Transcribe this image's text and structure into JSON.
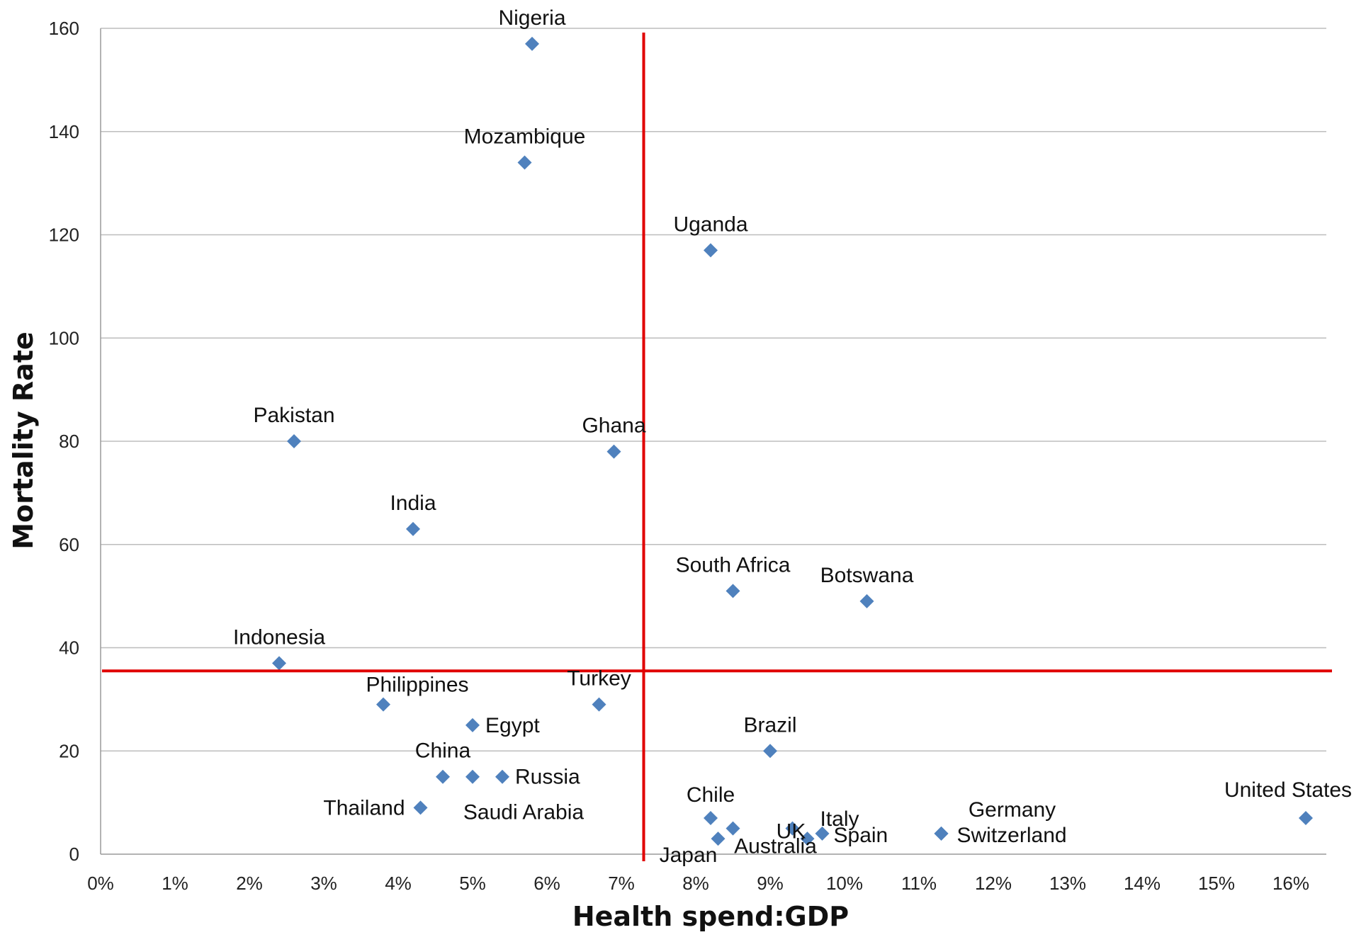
{
  "chart_data": {
    "type": "scatter",
    "title": "",
    "xlabel": "Health spend:GDP",
    "ylabel": "Mortality Rate",
    "xlim": [
      0,
      0.165
    ],
    "ylim": [
      0,
      160
    ],
    "xticks": [
      0,
      0.01,
      0.02,
      0.03,
      0.04,
      0.05,
      0.06,
      0.07,
      0.08,
      0.09,
      0.1,
      0.11,
      0.12,
      0.13,
      0.14,
      0.15,
      0.16
    ],
    "xtick_labels": [
      "0%",
      "1%",
      "2%",
      "3%",
      "4%",
      "5%",
      "6%",
      "7%",
      "8%",
      "9%",
      "10%",
      "11%",
      "12%",
      "13%",
      "14%",
      "15%",
      "16%"
    ],
    "yticks": [
      0,
      20,
      40,
      60,
      80,
      100,
      120,
      140,
      160
    ],
    "ytick_labels": [
      "0",
      "20",
      "40",
      "60",
      "80",
      "100",
      "120",
      "140",
      "160"
    ],
    "grid": true,
    "marker_color": "#4f81bd",
    "reference_line_color": "#e00000",
    "reference_lines": {
      "x": 0.073,
      "y": 35.5
    },
    "points": [
      {
        "label": "Nigeria",
        "x": 0.058,
        "y": 157
      },
      {
        "label": "Mozambique",
        "x": 0.057,
        "y": 134
      },
      {
        "label": "Uganda",
        "x": 0.082,
        "y": 117
      },
      {
        "label": "Pakistan",
        "x": 0.026,
        "y": 80
      },
      {
        "label": "Ghana",
        "x": 0.069,
        "y": 78
      },
      {
        "label": "India",
        "x": 0.042,
        "y": 63
      },
      {
        "label": "South Africa",
        "x": 0.085,
        "y": 51
      },
      {
        "label": "Botswana",
        "x": 0.103,
        "y": 49
      },
      {
        "label": "Indonesia",
        "x": 0.024,
        "y": 37
      },
      {
        "label": "Philippines",
        "x": 0.038,
        "y": 29
      },
      {
        "label": "Turkey",
        "x": 0.067,
        "y": 29
      },
      {
        "label": "Egypt",
        "x": 0.05,
        "y": 25
      },
      {
        "label": "Brazil",
        "x": 0.09,
        "y": 20
      },
      {
        "label": "China",
        "x": 0.046,
        "y": 15
      },
      {
        "label": "Saudi Arabia",
        "x": 0.05,
        "y": 15
      },
      {
        "label": "Russia",
        "x": 0.054,
        "y": 15
      },
      {
        "label": "Thailand",
        "x": 0.043,
        "y": 9
      },
      {
        "label": "Chile",
        "x": 0.082,
        "y": 7
      },
      {
        "label": "United States",
        "x": 0.162,
        "y": 7
      },
      {
        "label": "Australia",
        "x": 0.085,
        "y": 5
      },
      {
        "label": "UK",
        "x": 0.093,
        "y": 5
      },
      {
        "label": "Germany",
        "x": 0.113,
        "y": 4
      },
      {
        "label": "Switzerland",
        "x": 0.113,
        "y": 4
      },
      {
        "label": "Italy",
        "x": 0.095,
        "y": 3
      },
      {
        "label": "Spain",
        "x": 0.097,
        "y": 4
      },
      {
        "label": "Japan",
        "x": 0.083,
        "y": 3
      }
    ]
  }
}
